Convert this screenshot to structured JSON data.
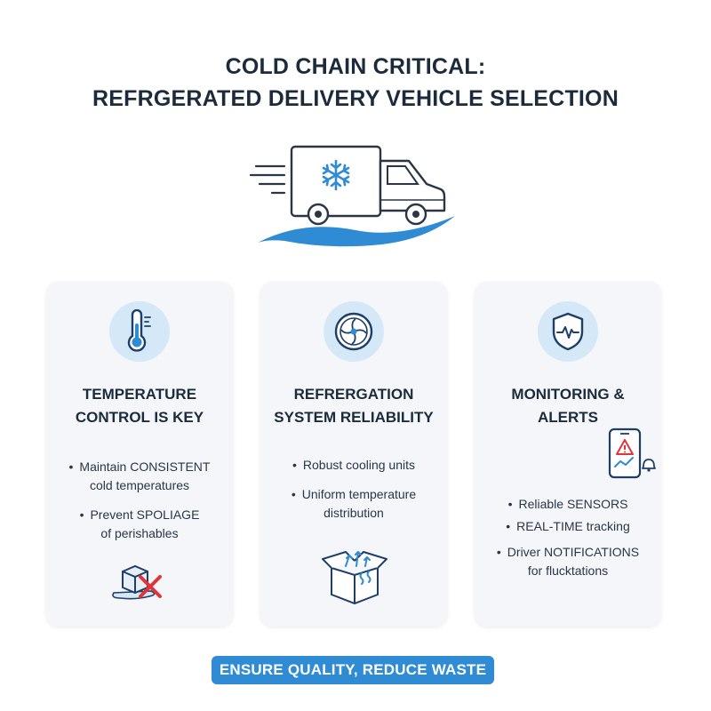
{
  "title": {
    "line1": "COLD CHAIN CRITICAL:",
    "line2": "REFRGERATED DELIVERY VEHICLE SELECTION"
  },
  "cards": [
    {
      "icon": "thermometer-icon",
      "title_line1": "TEMPERATURE",
      "title_line2": "CONTROL IS KEY",
      "bullets": [
        {
          "line1": "Maintain CONSISTENT",
          "line2": "cold temperatures"
        },
        {
          "line1": "Prevent SPOLIAGE",
          "line2": "of perishables"
        }
      ],
      "illustration": "melting-ice-cross-icon"
    },
    {
      "icon": "fan-icon",
      "title_line1": "REFRERGATION",
      "title_line2": "SYSTEM RELIABILITY",
      "bullets": [
        {
          "line1": "Robust cooling units",
          "line2": ""
        },
        {
          "line1": "Uniform temperature",
          "line2": "distribution"
        }
      ],
      "illustration": "cold-box-icon"
    },
    {
      "icon": "shield-pulse-icon",
      "title_line1": "MONITORING &",
      "title_line2": "ALERTS",
      "bullets": [
        {
          "line1": "Reliable SENSORS",
          "line2": ""
        },
        {
          "line1": "REAL-TIME tracking",
          "line2": ""
        },
        {
          "line1": "Driver NOTIFICATIONS",
          "line2": "for flucktations"
        }
      ],
      "illustration": "phone-alert-icon"
    }
  ],
  "banner": "ENSURE QUALITY, REDUCE WASTE",
  "colors": {
    "accent": "#2f8bd3",
    "icon_bg": "#d5e8f7",
    "dark_text": "#1c2b3b",
    "card_bg": "#f4f6f9",
    "warning_red": "#e0343a"
  }
}
